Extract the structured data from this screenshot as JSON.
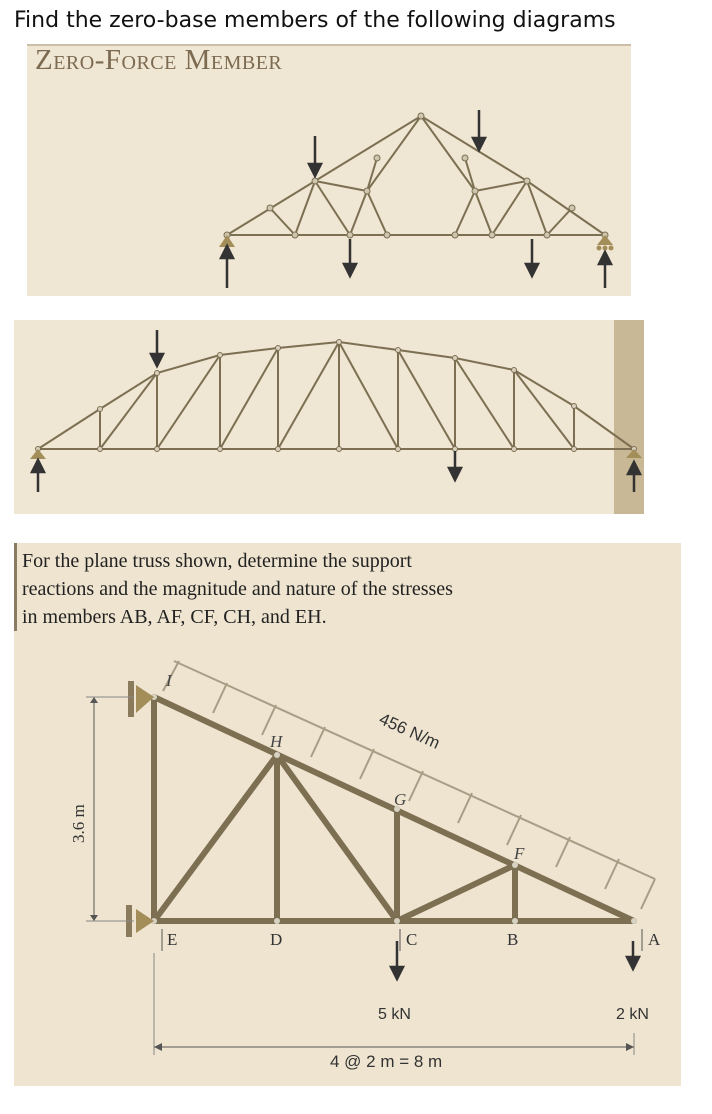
{
  "heading": "Find the zero-base members of the following diagrams",
  "panel1": {
    "banner": "Zero-Force Member"
  },
  "panel3": {
    "problem_lines": [
      "For the plane truss shown, determine the support",
      "reactions and the magnitude and nature of the stresses",
      "in members AB, AF, CF, CH, and EH."
    ],
    "load_label": "456 N/m",
    "height_label": "3.6 m",
    "span_label": "4 @ 2 m = 8 m",
    "load_C": "5 kN",
    "load_A": "2 kN",
    "joints": {
      "I": "I",
      "H": "H",
      "G": "G",
      "F": "F",
      "E": "E",
      "D": "D",
      "C": "C",
      "B": "B",
      "A": "A"
    }
  },
  "colors": {
    "background": "#efe6d3",
    "member": "#7c6f52",
    "member_light": "#8a7b5c",
    "support": "#a38e5a",
    "arrow": "#333333",
    "load_arrow": "#a89e86"
  }
}
